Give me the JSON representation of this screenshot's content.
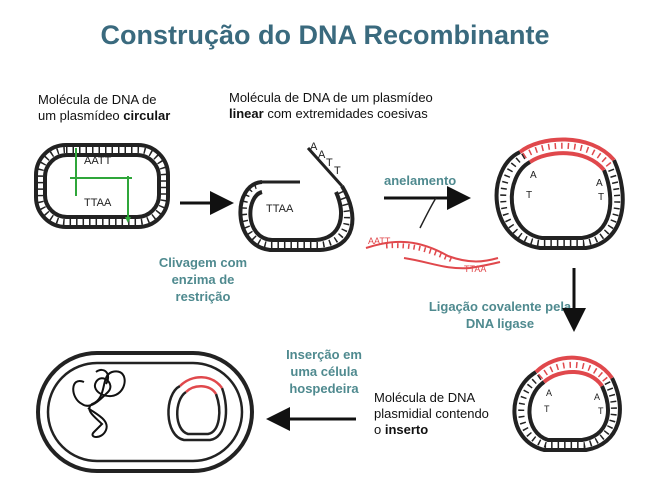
{
  "title": "Construção do DNA Recombinante",
  "labels": {
    "circular_a": "Molécula de DNA de",
    "circular_b": "um plasmídeo",
    "circular_c": "circular",
    "linear_a": "Molécula de DNA de um plasmídeo",
    "linear_b": "linear",
    "linear_c": "com extremidades coesivas",
    "anelamento": "anelamento",
    "clivagem": "Clivagem com enzima de restrição",
    "ligacao": "Ligação covalente pela DNA ligase",
    "insercao": "Inserção em uma célula hospedeira",
    "insert_a": "Molécula de DNA",
    "insert_b": "plasmidial contendo",
    "insert_c": "o",
    "insert_d": "inserto"
  },
  "sequences": {
    "top_sticky": "AATT",
    "bottom_sticky": "TTAA",
    "bases": [
      "A",
      "T"
    ]
  },
  "colors": {
    "title": "#3a6a7e",
    "teal_text": "#4f8a8f",
    "dna_black": "#222222",
    "dna_red": "#e0484c",
    "marker_green": "#2fa63a"
  }
}
